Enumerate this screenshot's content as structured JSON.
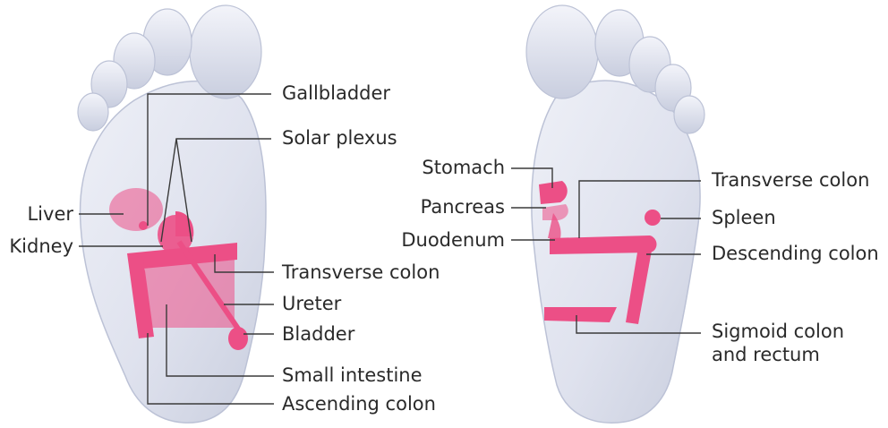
{
  "colors": {
    "zone": "#ec4f86",
    "skin": "#dde0ec",
    "skin_edge": "#bcc2d6",
    "leader": "#3a3a3a",
    "text": "#2a2a2a"
  },
  "left_foot": {
    "labels": {
      "gallbladder": "Gallbladder",
      "solar_plexus": "Solar plexus",
      "liver": "Liver",
      "kidney": "Kidney",
      "transverse_colon": "Transverse colon",
      "ureter": "Ureter",
      "bladder": "Bladder",
      "small_intestine": "Small intestine",
      "ascending_colon": "Ascending colon"
    }
  },
  "right_foot": {
    "labels": {
      "stomach": "Stomach",
      "pancreas": "Pancreas",
      "duodenum": "Duodenum",
      "transverse_colon": "Transverse colon",
      "spleen": "Spleen",
      "descending_colon": "Descending colon",
      "sigmoid_line1": "Sigmoid colon",
      "sigmoid_line2": "and rectum"
    }
  }
}
